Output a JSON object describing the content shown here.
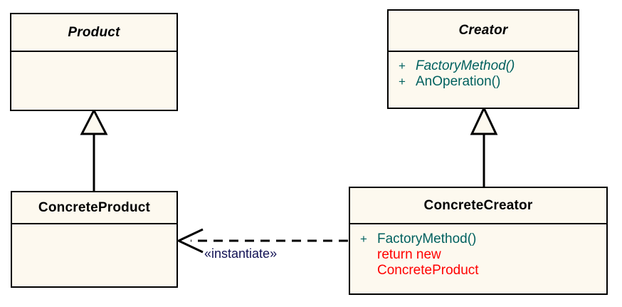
{
  "diagram": {
    "kind": "uml-class-diagram",
    "background_color": "#ffffff",
    "box_fill_color": "#fdf9ef",
    "border_color": "#000000",
    "member_text_color": "#00615f",
    "note_text_color": "#ff0000",
    "stereotype_text_color": "#121255"
  },
  "classes": {
    "product": {
      "name": "Product",
      "abstract": true,
      "members": []
    },
    "creator": {
      "name": "Creator",
      "abstract": true,
      "members": [
        {
          "visibility": "+",
          "name": "FactoryMethod()",
          "abstract": true
        },
        {
          "visibility": "+",
          "name": "AnOperation()",
          "abstract": false
        }
      ]
    },
    "concrete_product": {
      "name": "ConcreteProduct",
      "abstract": false,
      "members": []
    },
    "concrete_creator": {
      "name": "ConcreteCreator",
      "abstract": false,
      "members": [
        {
          "visibility": "+",
          "name": "FactoryMethod()",
          "abstract": false
        }
      ],
      "notes": [
        "return new",
        "ConcreteProduct"
      ]
    }
  },
  "relationships": {
    "generalization_product": {
      "type": "generalization",
      "from": "ConcreteProduct",
      "to": "Product",
      "label": ""
    },
    "generalization_creator": {
      "type": "generalization",
      "from": "ConcreteCreator",
      "to": "Creator",
      "label": ""
    },
    "dependency_instantiate": {
      "type": "dependency",
      "from": "ConcreteCreator",
      "to": "ConcreteProduct",
      "label": "«instantiate»"
    }
  }
}
